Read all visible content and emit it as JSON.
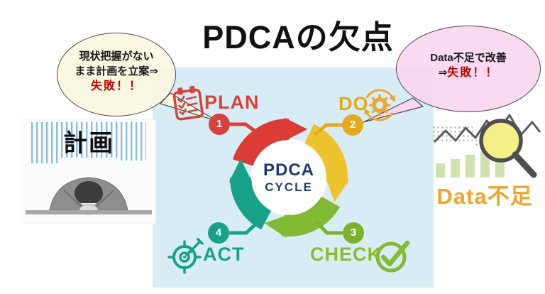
{
  "title": "PDCAの欠点",
  "callouts": {
    "left": {
      "line1": "現状把握がない",
      "line2": "まま計画を立案⇒",
      "fail": "失敗！！"
    },
    "right": {
      "line1": "Data不足で改善",
      "arrow": "⇒",
      "fail": "失敗！！"
    }
  },
  "cycle": {
    "center_title": "PDCA",
    "center_subtitle": "CYCLE",
    "steps": [
      {
        "num": "1",
        "label": "PLAN",
        "color": "#d6423c",
        "icon": "clipboard-checklist-icon"
      },
      {
        "num": "2",
        "label": "DO",
        "color": "#e2aa1f",
        "icon": "gear-cycle-icon"
      },
      {
        "num": "3",
        "label": "CHECK",
        "color": "#7db32c",
        "icon": "check-circle-icon"
      },
      {
        "num": "4",
        "label": "ACT",
        "color": "#17a188",
        "icon": "target-dart-icon"
      }
    ]
  },
  "illustrations": {
    "left": {
      "caption": "計画"
    },
    "right": {
      "caption": "Data不足"
    }
  },
  "colors": {
    "panel_blue": "#d8ecf6",
    "cycle_red": "#da3b34",
    "cycle_yellow": "#ecc32d",
    "cycle_green": "#82bb33",
    "cycle_teal": "#17a188",
    "cycle_text_navy": "#20386b",
    "fail_red": "#c00000",
    "left_bubble_fill": "#faf6e1",
    "right_bubble_fill": "#fad6ef",
    "data_caption_orange": "#efa62c",
    "bars_green": "#cfe2ad",
    "lens_yellow": "#f6ee86"
  }
}
